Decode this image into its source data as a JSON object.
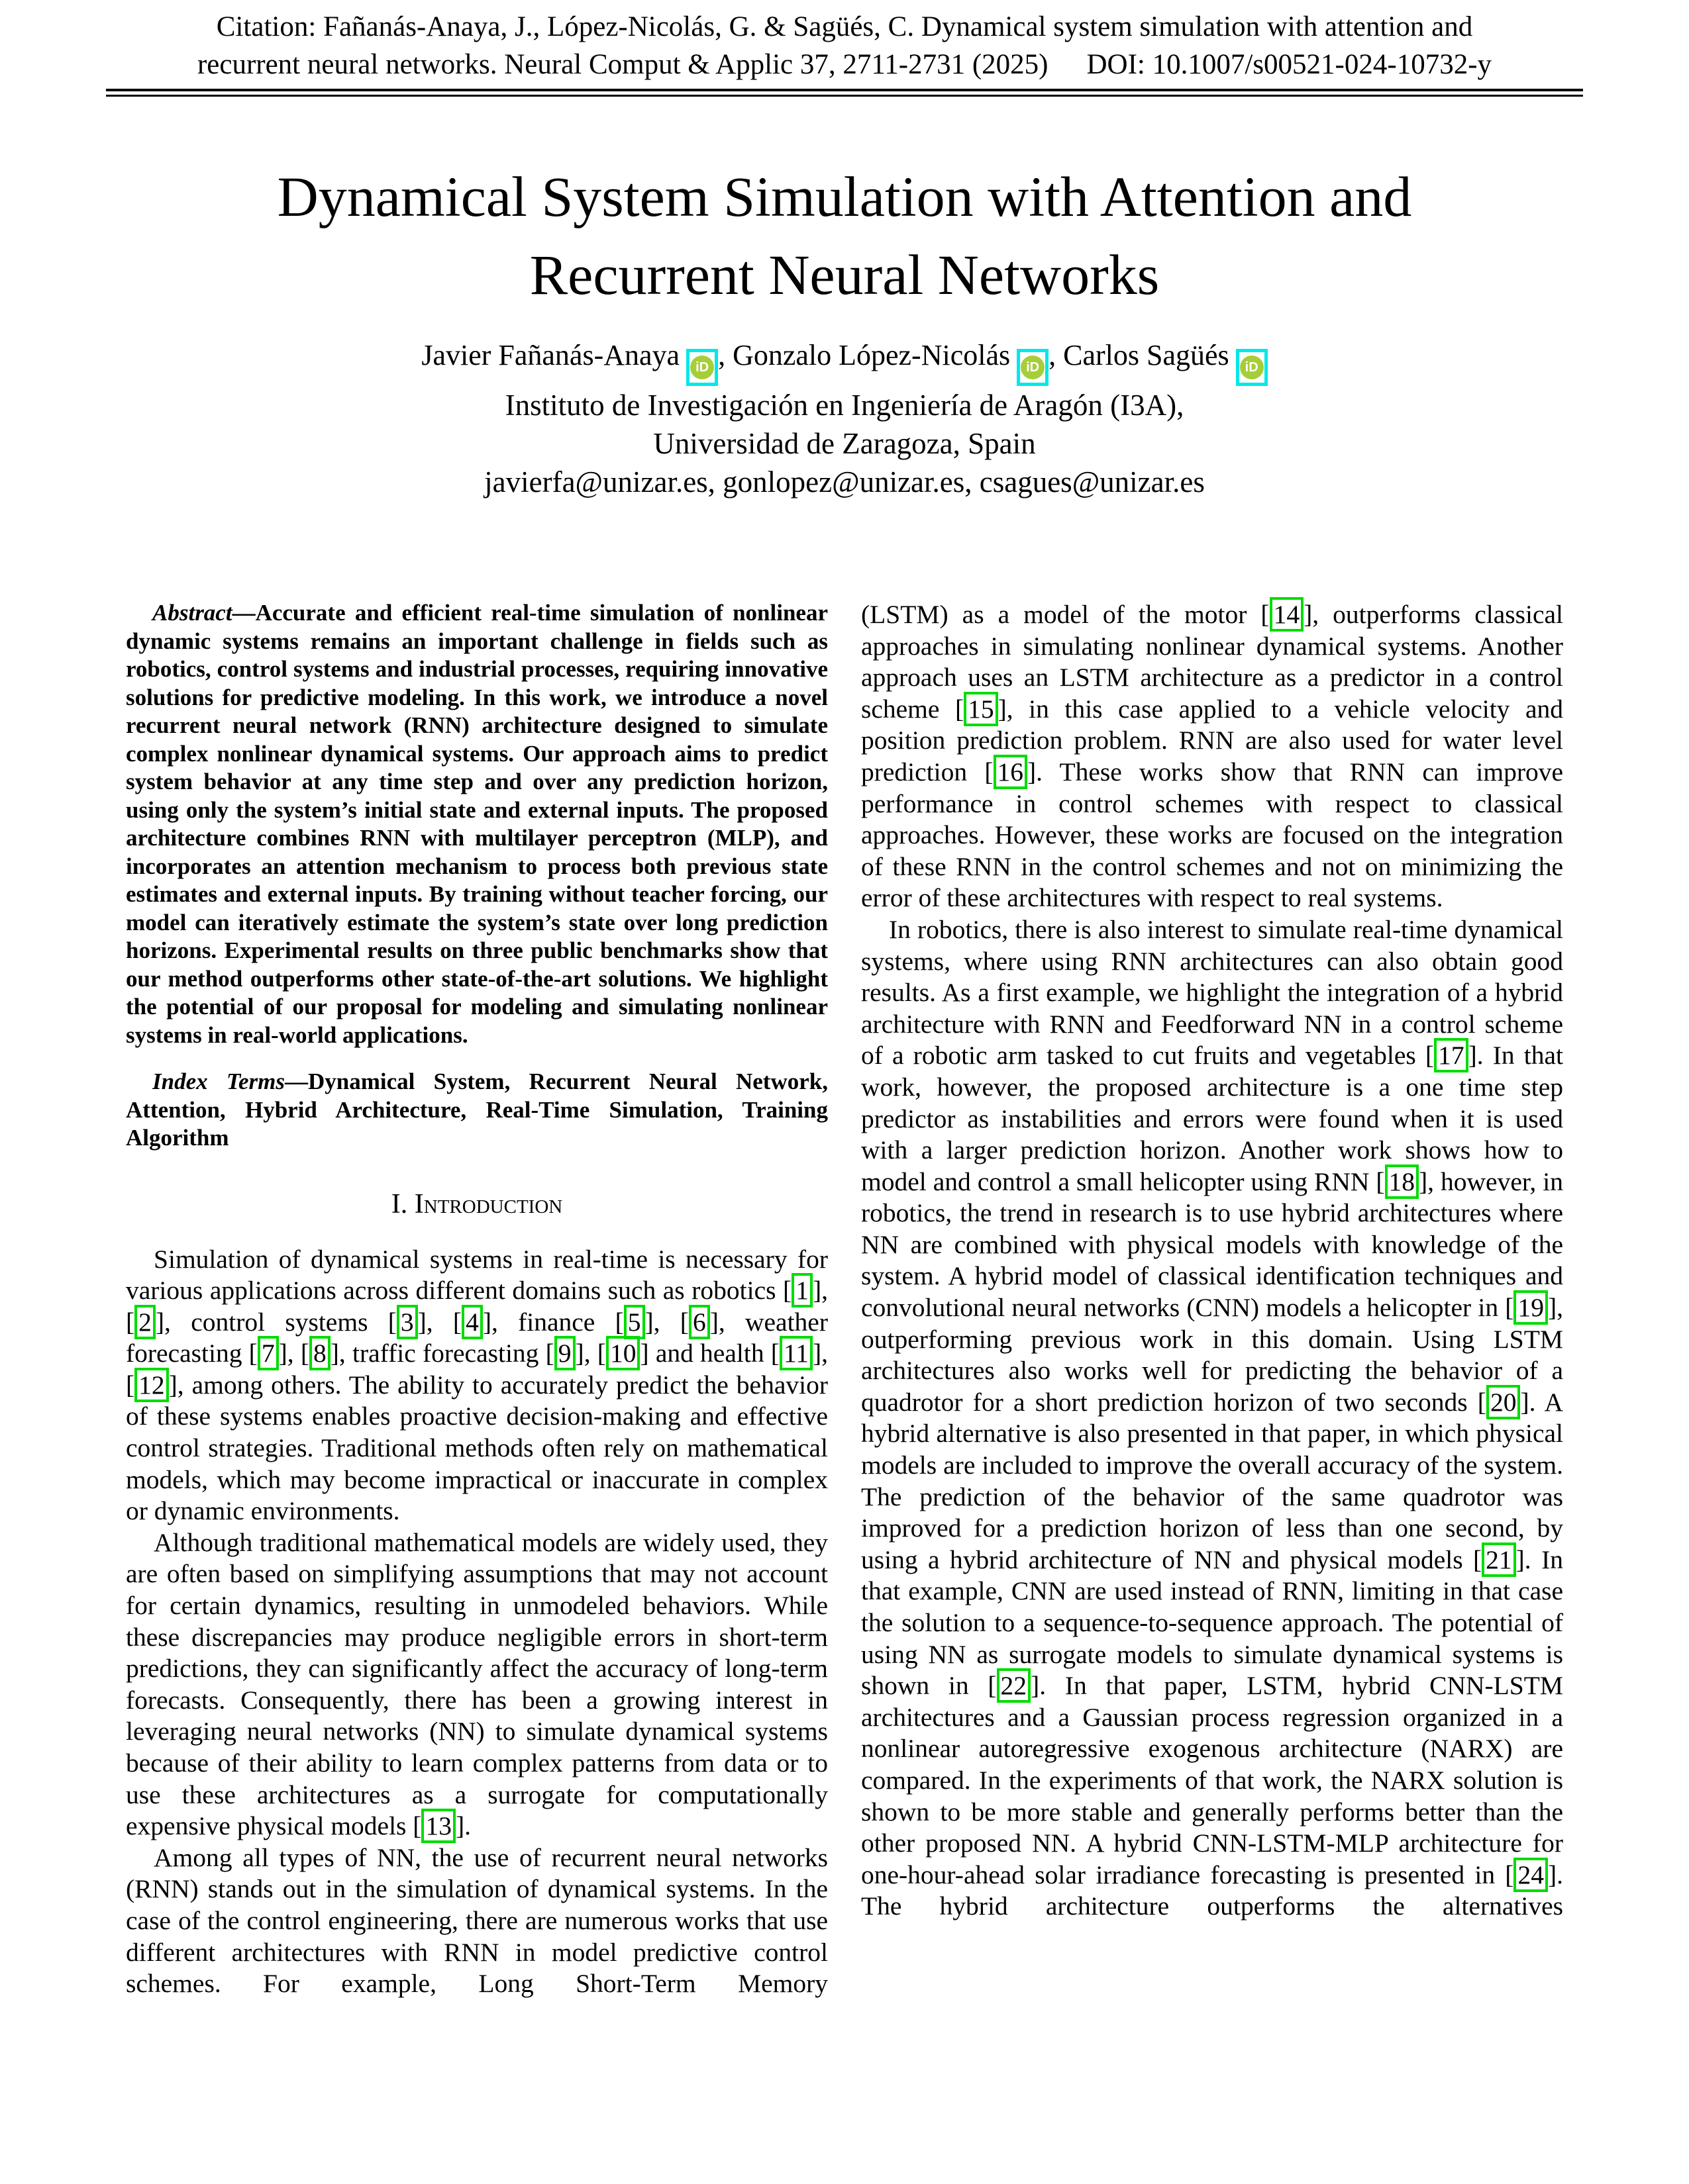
{
  "header": {
    "citation_line1": "Citation: Fañanás-Anaya, J., López-Nicolás, G. & Sagüés, C. Dynamical system simulation with attention and",
    "citation_line2": "recurrent neural networks. Neural Comput & Applic 37, 2711-2731 (2025)",
    "doi": "DOI: 10.1007/s00521-024-10732-y"
  },
  "title": "Dynamical System Simulation with Attention and Recurrent Neural Networks",
  "authors": [
    {
      "name": "Javier Fañanás-Anaya"
    },
    {
      "name": "Gonzalo López-Nicolás"
    },
    {
      "name": "Carlos Sagüés"
    }
  ],
  "author_separator": ", ",
  "orcid_icon": {
    "label": "iD",
    "circle_color": "#a6ce39",
    "border_color": "#00e8e8"
  },
  "affiliation": {
    "institute": "Instituto de Investigación en Ingeniería de Aragón (I3A),",
    "university": "Universidad de Zaragoza, Spain",
    "emails": "javierfa@unizar.es, gonlopez@unizar.es, csagues@unizar.es"
  },
  "abstract": {
    "label": "Abstract",
    "text": "—Accurate and efficient real-time simulation of nonlinear dynamic systems remains an important challenge in fields such as robotics, control systems and industrial processes, requiring innovative solutions for predictive modeling. In this work, we introduce a novel recurrent neural network (RNN) architecture designed to simulate complex nonlinear dynamical systems. Our approach aims to predict system behavior at any time step and over any prediction horizon, using only the system’s initial state and external inputs. The proposed architecture combines RNN with multilayer perceptron (MLP), and incorporates an attention mechanism to process both previous state estimates and external inputs. By training without teacher forcing, our model can iteratively estimate the system’s state over long prediction horizons. Experimental results on three public benchmarks show that our method outperforms other state-of-the-art solutions. We highlight the potential of our proposal for modeling and simulating nonlinear systems in real-world applications."
  },
  "index_terms": {
    "label": "Index Terms",
    "text": "—Dynamical System, Recurrent Neural Network, Attention, Hybrid Architecture, Real-Time Simulation, Training Algorithm"
  },
  "section_heading": "I. Introduction",
  "left_column": {
    "paragraphs": [
      "Simulation of dynamical systems in real-time is necessary for various applications across different domains such as robotics [1], [2], control systems [3], [4], finance [5], [6], weather forecasting [7], [8], traffic forecasting [9], [10] and health [11], [12], among others. The ability to accurately predict the behavior of these systems enables proactive decision-making and effective control strategies. Traditional methods often rely on mathematical models, which may become impractical or inaccurate in complex or dynamic environments.",
      "Although traditional mathematical models are widely used, they are often based on simplifying assumptions that may not account for certain dynamics, resulting in unmodeled behaviors. While these discrepancies may produce negligible errors in short-term predictions, they can significantly affect the accuracy of long-term forecasts. Consequently, there has been a growing interest in leveraging neural networks (NN) to simulate dynamical systems because of their ability to learn complex patterns from data or to use these architectures as a surrogate for computationally expensive physical models [13].",
      "Among all types of NN, the use of recurrent neural networks (RNN) stands out in the simulation of dynamical systems. In the case of the control engineering, there are numerous works that use different architectures with RNN in model predictive control schemes. For example, Long Short-Term Memory"
    ]
  },
  "right_column": {
    "paragraphs": [
      "(LSTM) as a model of the motor [14], outperforms classical approaches in simulating nonlinear dynamical systems. Another approach uses an LSTM architecture as a predictor in a control scheme [15], in this case applied to a vehicle velocity and position prediction problem. RNN are also used for water level prediction [16]. These works show that RNN can improve performance in control schemes with respect to classical approaches. However, these works are focused on the integration of these RNN in the control schemes and not on minimizing the error of these architectures with respect to real systems.",
      "In robotics, there is also interest to simulate real-time dynamical systems, where using RNN architectures can also obtain good results. As a first example, we highlight the integration of a hybrid architecture with RNN and Feedforward NN in a control scheme of a robotic arm tasked to cut fruits and vegetables [17]. In that work, however, the proposed architecture is a one time step predictor as instabilities and errors were found when it is used with a larger prediction horizon. Another work shows how to model and control a small helicopter using RNN [18], however, in robotics, the trend in research is to use hybrid architectures where NN are combined with physical models with knowledge of the system. A hybrid model of classical identification techniques and convolutional neural networks (CNN) models a helicopter in [19], outperforming previous work in this domain. Using LSTM architectures also works well for predicting the behavior of a quadrotor for a short prediction horizon of two seconds [20]. A hybrid alternative is also presented in that paper, in which physical models are included to improve the overall accuracy of the system. The prediction of the behavior of the same quadrotor was improved for a prediction horizon of less than one second, by using a hybrid architecture of NN and physical models [21]. In that example, CNN are used instead of RNN, limiting in that case the solution to a sequence-to-sequence approach. The potential of using NN as surrogate models to simulate dynamical systems is shown in [22]. In that paper, LSTM, hybrid CNN-LSTM architectures and a Gaussian process regression organized in a nonlinear autoregressive exogenous architecture (NARX) are compared. In the experiments of that work, the NARX solution is shown to be more stable and generally performs better than the other proposed NN. A hybrid CNN-LSTM-MLP architecture for one-hour-ahead solar irradiance forecasting is presented in [24]. The hybrid architecture outperforms the alternatives"
    ]
  },
  "citation_box_color": "#00dc00"
}
